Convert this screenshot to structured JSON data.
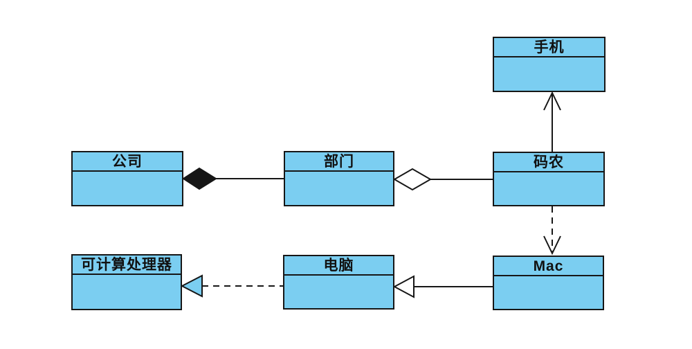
{
  "diagram": {
    "kind": "uml-class-diagram",
    "colors": {
      "background": "#ffffff",
      "box_fill": "#7bcef1",
      "stroke": "#161616",
      "text": "#111111"
    },
    "classes": [
      {
        "name": "手机"
      },
      {
        "name": "公司"
      },
      {
        "name": "部门"
      },
      {
        "name": "码农"
      },
      {
        "name": "可计算处理器"
      },
      {
        "name": "电脑"
      },
      {
        "name": "Mac"
      }
    ],
    "relationships": [
      {
        "from": "部门",
        "to": "公司",
        "type": "composition",
        "marker": "filled-diamond-at-公司",
        "line": "solid"
      },
      {
        "from": "码农",
        "to": "部门",
        "type": "aggregation",
        "marker": "hollow-diamond-at-部门",
        "line": "solid"
      },
      {
        "from": "码农",
        "to": "手机",
        "type": "directed-association",
        "marker": "open-arrow-at-手机",
        "line": "solid"
      },
      {
        "from": "码农",
        "to": "Mac",
        "type": "dependency",
        "marker": "open-arrow-at-Mac",
        "line": "dashed"
      },
      {
        "from": "Mac",
        "to": "电脑",
        "type": "generalization",
        "marker": "hollow-triangle-at-电脑",
        "line": "solid"
      },
      {
        "from": "电脑",
        "to": "可计算处理器",
        "type": "realization",
        "marker": "hollow-triangle-at-可计算处理器",
        "line": "dashed"
      }
    ]
  }
}
